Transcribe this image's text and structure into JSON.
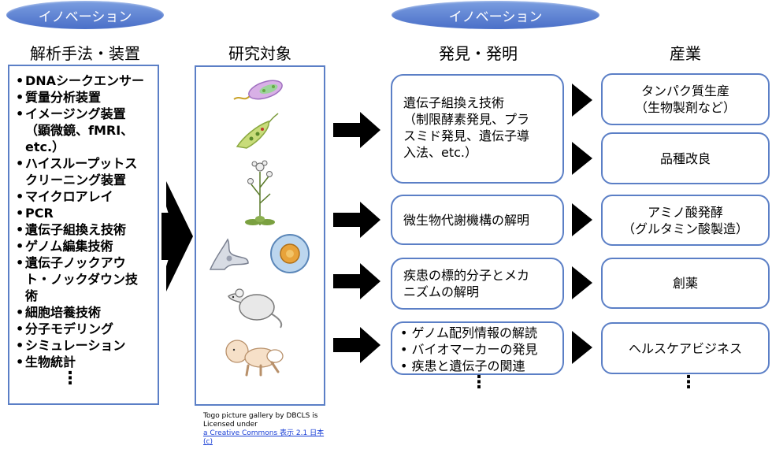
{
  "badges": {
    "left": "イノベーション",
    "right": "イノベーション"
  },
  "headings": {
    "methods": "解析手法・装置",
    "subjects": "研究対象",
    "discoveries": "発見・発明",
    "industry": "産業"
  },
  "methods": [
    "DNAシークエンサー",
    "質量分析装置",
    "イメージング装置",
    "（顕微鏡、fMRI、",
    "etc.）",
    "ハイスループットス",
    "クリーニング装置",
    "マイクロアレイ",
    "PCR",
    "遺伝子組換え技術",
    "ゲノム編集技術",
    "遺伝子ノックアウ",
    "ト・ノックダウン技",
    "術",
    "細胞培養技術",
    "分子モデリング",
    "シミュレーション",
    "生物統計",
    "⋮"
  ],
  "subjects_icons": [
    "bacterium-icon",
    "euglena-icon",
    "plant-icon",
    "cells-icon",
    "mouse-icon",
    "baby-icon"
  ],
  "discoveries": {
    "d1": [
      "遺伝子組換え技術",
      "（制限酵素発見、プラ",
      "スミド発見、遺伝子導",
      "入法、etc.）"
    ],
    "d2": [
      "微生物代謝機構の解明"
    ],
    "d3": [
      "疾患の標的分子とメカ",
      "ニズムの解明"
    ],
    "d4": [
      "• ゲノム配列情報の解読",
      "• バイオマーカーの発見",
      "• 疾患と遺伝子の関連"
    ],
    "dots": "⋮"
  },
  "industry": {
    "i1": [
      "タンパク質生産",
      "（生物製剤など）"
    ],
    "i2": [
      "品種改良"
    ],
    "i3": [
      "アミノ酸発酵",
      "（グルタミン酸製造）"
    ],
    "i4": [
      "創薬"
    ],
    "i5": [
      "ヘルスケアビジネス"
    ],
    "dots": "⋮"
  },
  "credit": {
    "line1": "Togo picture gallery by DBCLS is",
    "line2": "Licensed under",
    "link": "a Creative Commons 表示 2.1 日本",
    "link2": "(c)"
  },
  "colors": {
    "border": "#5b7fc6",
    "badge": "#4a6fc8",
    "arrow": "#000000"
  }
}
